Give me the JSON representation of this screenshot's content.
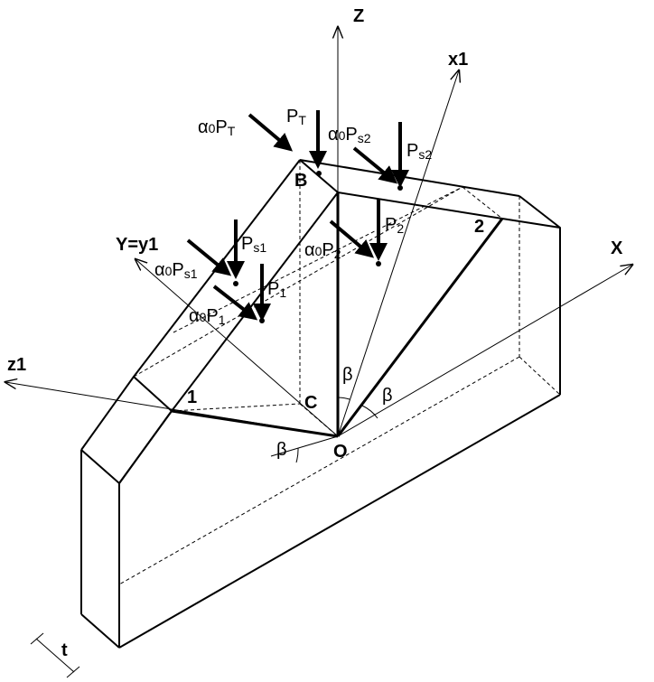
{
  "axes": {
    "z": "Z",
    "x": "X",
    "x1": "x1",
    "y": "Y=y1",
    "z1": "z1"
  },
  "points": {
    "B": "B",
    "C": "C",
    "O": "O",
    "p1": "1",
    "p2": "2"
  },
  "angles": {
    "beta": "β"
  },
  "thickness": "t",
  "loads": {
    "PT": {
      "base": "P",
      "sub": "T"
    },
    "aPT": {
      "alpha": "α",
      "zero": "0",
      "base": "P",
      "sub": "T"
    },
    "Ps2": {
      "base": "P",
      "sub": "s2"
    },
    "aPs2": {
      "alpha": "α",
      "zero": "0",
      "base": "P",
      "sub": "s2"
    },
    "P2": {
      "base": "P",
      "sub": "2"
    },
    "aP2": {
      "alpha": "α",
      "zero": "0",
      "base": "P",
      "sub": "2"
    },
    "Ps1": {
      "base": "P",
      "sub": "s1"
    },
    "aPs1": {
      "alpha": "α",
      "zero": "0",
      "base": "P",
      "sub": "s1"
    },
    "P1": {
      "base": "P",
      "sub": "1"
    },
    "aP1": {
      "alpha": "α",
      "zero": "0",
      "base": "P",
      "sub": "1"
    }
  }
}
